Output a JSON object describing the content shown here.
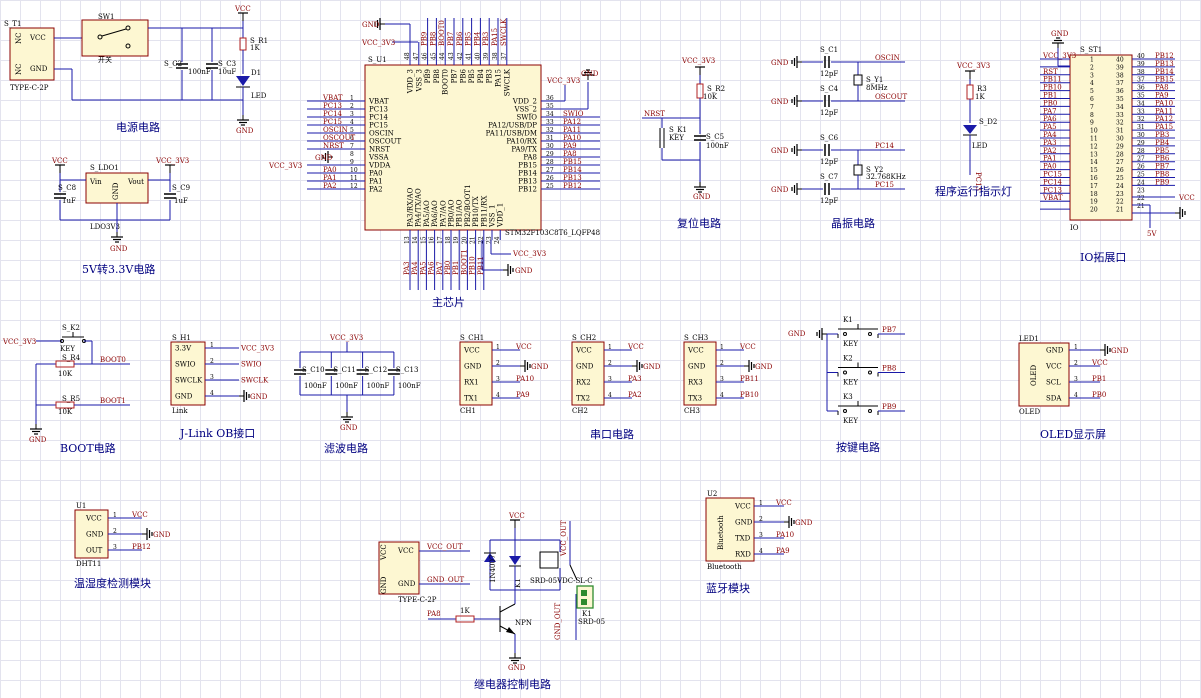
{
  "titles": {
    "power": "电源电路",
    "ldo": "5V转3.3V电路",
    "mcu": "主芯片",
    "reset": "复位电路",
    "crystal": "晶振电路",
    "led": "程序运行指示灯",
    "io": "IO拓展口",
    "boot": "BOOT电路",
    "jlink": "J-Link OB接口",
    "filter": "滤波电路",
    "uart": "串口电路",
    "key": "按键电路",
    "oled": "OLED显示屏",
    "dht": "温湿度检测模块",
    "relay": "继电器控制电路",
    "bt": "蓝牙模块"
  },
  "power_circuit": {
    "t1_ref": "S_T1",
    "t1_type": "TYPE-C-2P",
    "t1_pins": [
      "VCC",
      "GND",
      "NC",
      "NC"
    ],
    "sw_ref": "SW1",
    "sw_name": "开关",
    "c2": "S_C2",
    "c2v": "100nF",
    "c3": "S_C3",
    "c3v": "10uF",
    "r1": "S_R1",
    "r1v": "1K",
    "d1": "D1",
    "d1v": "LED",
    "vcc": "VCC",
    "gnd": "GND"
  },
  "ldo_circuit": {
    "ref": "S_LDO1",
    "name": "LDO3V3",
    "vin": "Vin",
    "vout": "Vout",
    "gnd": "GND",
    "c8": "S_C8",
    "c8v": "1uF",
    "c9": "S_C9",
    "c9v": "1uF",
    "vcc": "VCC",
    "vcc3": "VCC_3V3",
    "gndnet": "GND"
  },
  "mcu": {
    "ref": "S_U1",
    "part": "STM32F103C8T6_LQFP48",
    "left_pins": [
      "VBAT",
      "PC13",
      "PC14",
      "PC15",
      "OSCIN",
      "OSCOUT",
      "NRST",
      "VSSA",
      "VDDA",
      "PA0",
      "PA1",
      "PA2"
    ],
    "left_nums": [
      "1",
      "2",
      "3",
      "4",
      "5",
      "6",
      "7",
      "8",
      "9",
      "10",
      "11",
      "12"
    ],
    "left_nets": [
      "VBAT",
      "PC13",
      "PC14",
      "PC15",
      "OSCIN",
      "OSCOUT",
      "NRST",
      "GND",
      "VCC_3V3",
      "PA0",
      "PA1",
      "PA2"
    ],
    "right_pins": [
      "VDD_2",
      "VSS_2",
      "SWIO",
      "PA12/USB/DP",
      "PA11/USB/DM",
      "PA10/RX",
      "PA9/TX",
      "PA8",
      "PB15",
      "PB14",
      "PB13",
      "PB12"
    ],
    "right_nums": [
      "36",
      "35",
      "34",
      "33",
      "32",
      "31",
      "30",
      "29",
      "28",
      "27",
      "26",
      "25"
    ],
    "right_nets": [
      "VCC_3V3",
      "GND",
      "SWIO",
      "PA12",
      "PA11",
      "PA10",
      "PA9",
      "PA8",
      "PB15",
      "PB14",
      "PB13",
      "PB12"
    ],
    "top_pins": [
      "VDD_3",
      "VSS_3",
      "PB9",
      "PB8",
      "BOOT0",
      "PB7",
      "PB6",
      "PB5",
      "PB4",
      "PB3",
      "PA15",
      "SWCLK"
    ],
    "top_nums": [
      "48",
      "47",
      "46",
      "45",
      "44",
      "43",
      "42",
      "41",
      "40",
      "39",
      "38",
      "37"
    ],
    "top_nets": [
      "GND",
      "VCC_3V3",
      "PB9",
      "PB8",
      "BOOT0",
      "PB7",
      "PB6",
      "PB5",
      "PB4",
      "PB3",
      "PA15",
      "SWCLK"
    ],
    "bottom_pins": [
      "PA3/RX/AO",
      "PA4/TX/AO",
      "PA5/AO",
      "PA6/AO",
      "PA7/AO",
      "PB0/AO",
      "PB1/AO",
      "PB2/BOOT1",
      "PB10/TX",
      "PB11/RX",
      "VSS_1",
      "VDD_1"
    ],
    "bottom_nums": [
      "13",
      "14",
      "15",
      "16",
      "17",
      "18",
      "19",
      "20",
      "21",
      "22",
      "23",
      "24"
    ],
    "bottom_nets": [
      "PA3",
      "PA4",
      "PA5",
      "PA6",
      "PA7",
      "PB0",
      "PB1",
      "BOOT1",
      "PB10",
      "PB11",
      "GND",
      "VCC_3V3"
    ]
  },
  "reset_circuit": {
    "vcc3": "VCC_3V3",
    "r2": "S_R2",
    "r2v": "10K",
    "k1": "S_K1",
    "k1v": "KEY",
    "c5": "S_C5",
    "c5v": "100nF",
    "nrst": "NRST",
    "gnd": "GND"
  },
  "crystal_circuit": {
    "c1": "S_C1",
    "c4": "S_C4",
    "c6": "S_C6",
    "c7": "S_C7",
    "cv": "12pF",
    "y1": "S_Y1",
    "y1v": "8MHz",
    "y2": "S_Y2",
    "y2v": "32.768KHz",
    "nets": [
      "OSCIN",
      "OSCOUT",
      "PC14",
      "PC15"
    ],
    "gnd": "GND"
  },
  "led_circuit": {
    "vcc3": "VCC_3V3",
    "r3": "R3",
    "r3v": "1K",
    "d2": "S_D2",
    "d2v": "LED",
    "net": "PC13"
  },
  "io_header": {
    "ref": "S_ST1",
    "name": "IO",
    "gnd": "GND",
    "vcc3": "VCC_3V3",
    "v5": "5V",
    "vcc": "VCC",
    "left_nets": [
      "VCC_3V3",
      "",
      "RST",
      "PB11",
      "PB10",
      "PB1",
      "PB0",
      "PA7",
      "PA6",
      "PA5",
      "PA4",
      "PA3",
      "PA2",
      "PA1",
      "PA0",
      "PC15",
      "PC14",
      "PC13",
      "VBAT"
    ],
    "left_nums": [
      "1",
      "2",
      "3",
      "4",
      "5",
      "6",
      "7",
      "8",
      "9",
      "10",
      "11",
      "12",
      "13",
      "14",
      "15",
      "16",
      "17",
      "18",
      "19",
      "20"
    ],
    "right_nums": [
      "40",
      "39",
      "38",
      "37",
      "36",
      "35",
      "34",
      "33",
      "32",
      "31",
      "30",
      "29",
      "28",
      "27",
      "26",
      "25",
      "24",
      "23",
      "22",
      "21"
    ],
    "right_nets": [
      "PB12",
      "PB13",
      "PB14",
      "PB15",
      "PA8",
      "PA9",
      "PA10",
      "PA11",
      "PA12",
      "PA15",
      "PB3",
      "PB4",
      "PB5",
      "PB6",
      "PB7",
      "PB8",
      "PB9",
      "",
      "",
      ""
    ]
  },
  "boot_circuit": {
    "vcc3": "VCC_3V3",
    "k2": "S_K2",
    "k2v": "KEY",
    "r4": "S_R4",
    "r4v": "10K",
    "r5": "S_R5",
    "r5v": "10K",
    "boot0": "BOOT0",
    "boot1": "BOOT1",
    "gnd": "GND"
  },
  "jlink": {
    "ref": "S_H1",
    "name": "Link",
    "pins": [
      "3.3V",
      "SWIO",
      "SWCLK",
      "GND"
    ],
    "nets": [
      "VCC_3V3",
      "SWIO",
      "SWCLK",
      "GND"
    ]
  },
  "filter_circuit": {
    "vcc3": "VCC_3V3",
    "caps": [
      "S_C10",
      "S_C11",
      "S_C12",
      "S_C13"
    ],
    "capv": "100nF",
    "gnd": "GND"
  },
  "uart": [
    {
      "ref": "S_CH1",
      "name": "CH1",
      "pins": [
        "VCC",
        "GND",
        "RX1",
        "TX1"
      ],
      "nets": [
        "VCC",
        "GND",
        "PA10",
        "PA9"
      ]
    },
    {
      "ref": "S_CH2",
      "name": "CH2",
      "pins": [
        "VCC",
        "GND",
        "RX2",
        "TX2"
      ],
      "nets": [
        "VCC",
        "GND",
        "PA3",
        "PA2"
      ]
    },
    {
      "ref": "S_CH3",
      "name": "CH3",
      "pins": [
        "VCC",
        "GND",
        "RX3",
        "TX3"
      ],
      "nets": [
        "VCC",
        "GND",
        "PB11",
        "PB10"
      ]
    }
  ],
  "keys": {
    "gnd": "GND",
    "refs": [
      "K1",
      "K2",
      "K3"
    ],
    "val": "KEY",
    "nets": [
      "PB7",
      "PB8",
      "PB9"
    ]
  },
  "oled": {
    "ref": "LED1",
    "name": "OLED",
    "label": "OLED",
    "pins": [
      "GND",
      "VCC",
      "SCL",
      "SDA"
    ],
    "nets": [
      "GND",
      "VCC",
      "PB1",
      "PB0"
    ]
  },
  "dht": {
    "ref": "U1",
    "name": "DHT11",
    "pins": [
      "VCC",
      "GND",
      "OUT"
    ],
    "nets": [
      "VCC",
      "GND",
      "PB12"
    ]
  },
  "relay": {
    "vcc": "VCC",
    "d_label": "1N4007",
    "t_label": "SRD-05VDC-SL-C",
    "k_label": "K1",
    "k_sub": "SRD-05",
    "conn_ref": "TYPE-C-2P",
    "conn_pins": [
      "VCC",
      "GND"
    ],
    "conn_nets": [
      "VCC_OUT",
      "GND_OUT"
    ],
    "out1": "VCC_OUT",
    "out2": "GND_OUT",
    "r": "1K",
    "q": "NPN",
    "pa8": "PA8",
    "gnd": "GND"
  },
  "bt": {
    "ref": "U2",
    "name": "Bluetooth",
    "label": "Bluetooth",
    "pins": [
      "VCC",
      "GND",
      "TXD",
      "RXD"
    ],
    "nets": [
      "VCC",
      "GND",
      "PA10",
      "PA9"
    ]
  }
}
